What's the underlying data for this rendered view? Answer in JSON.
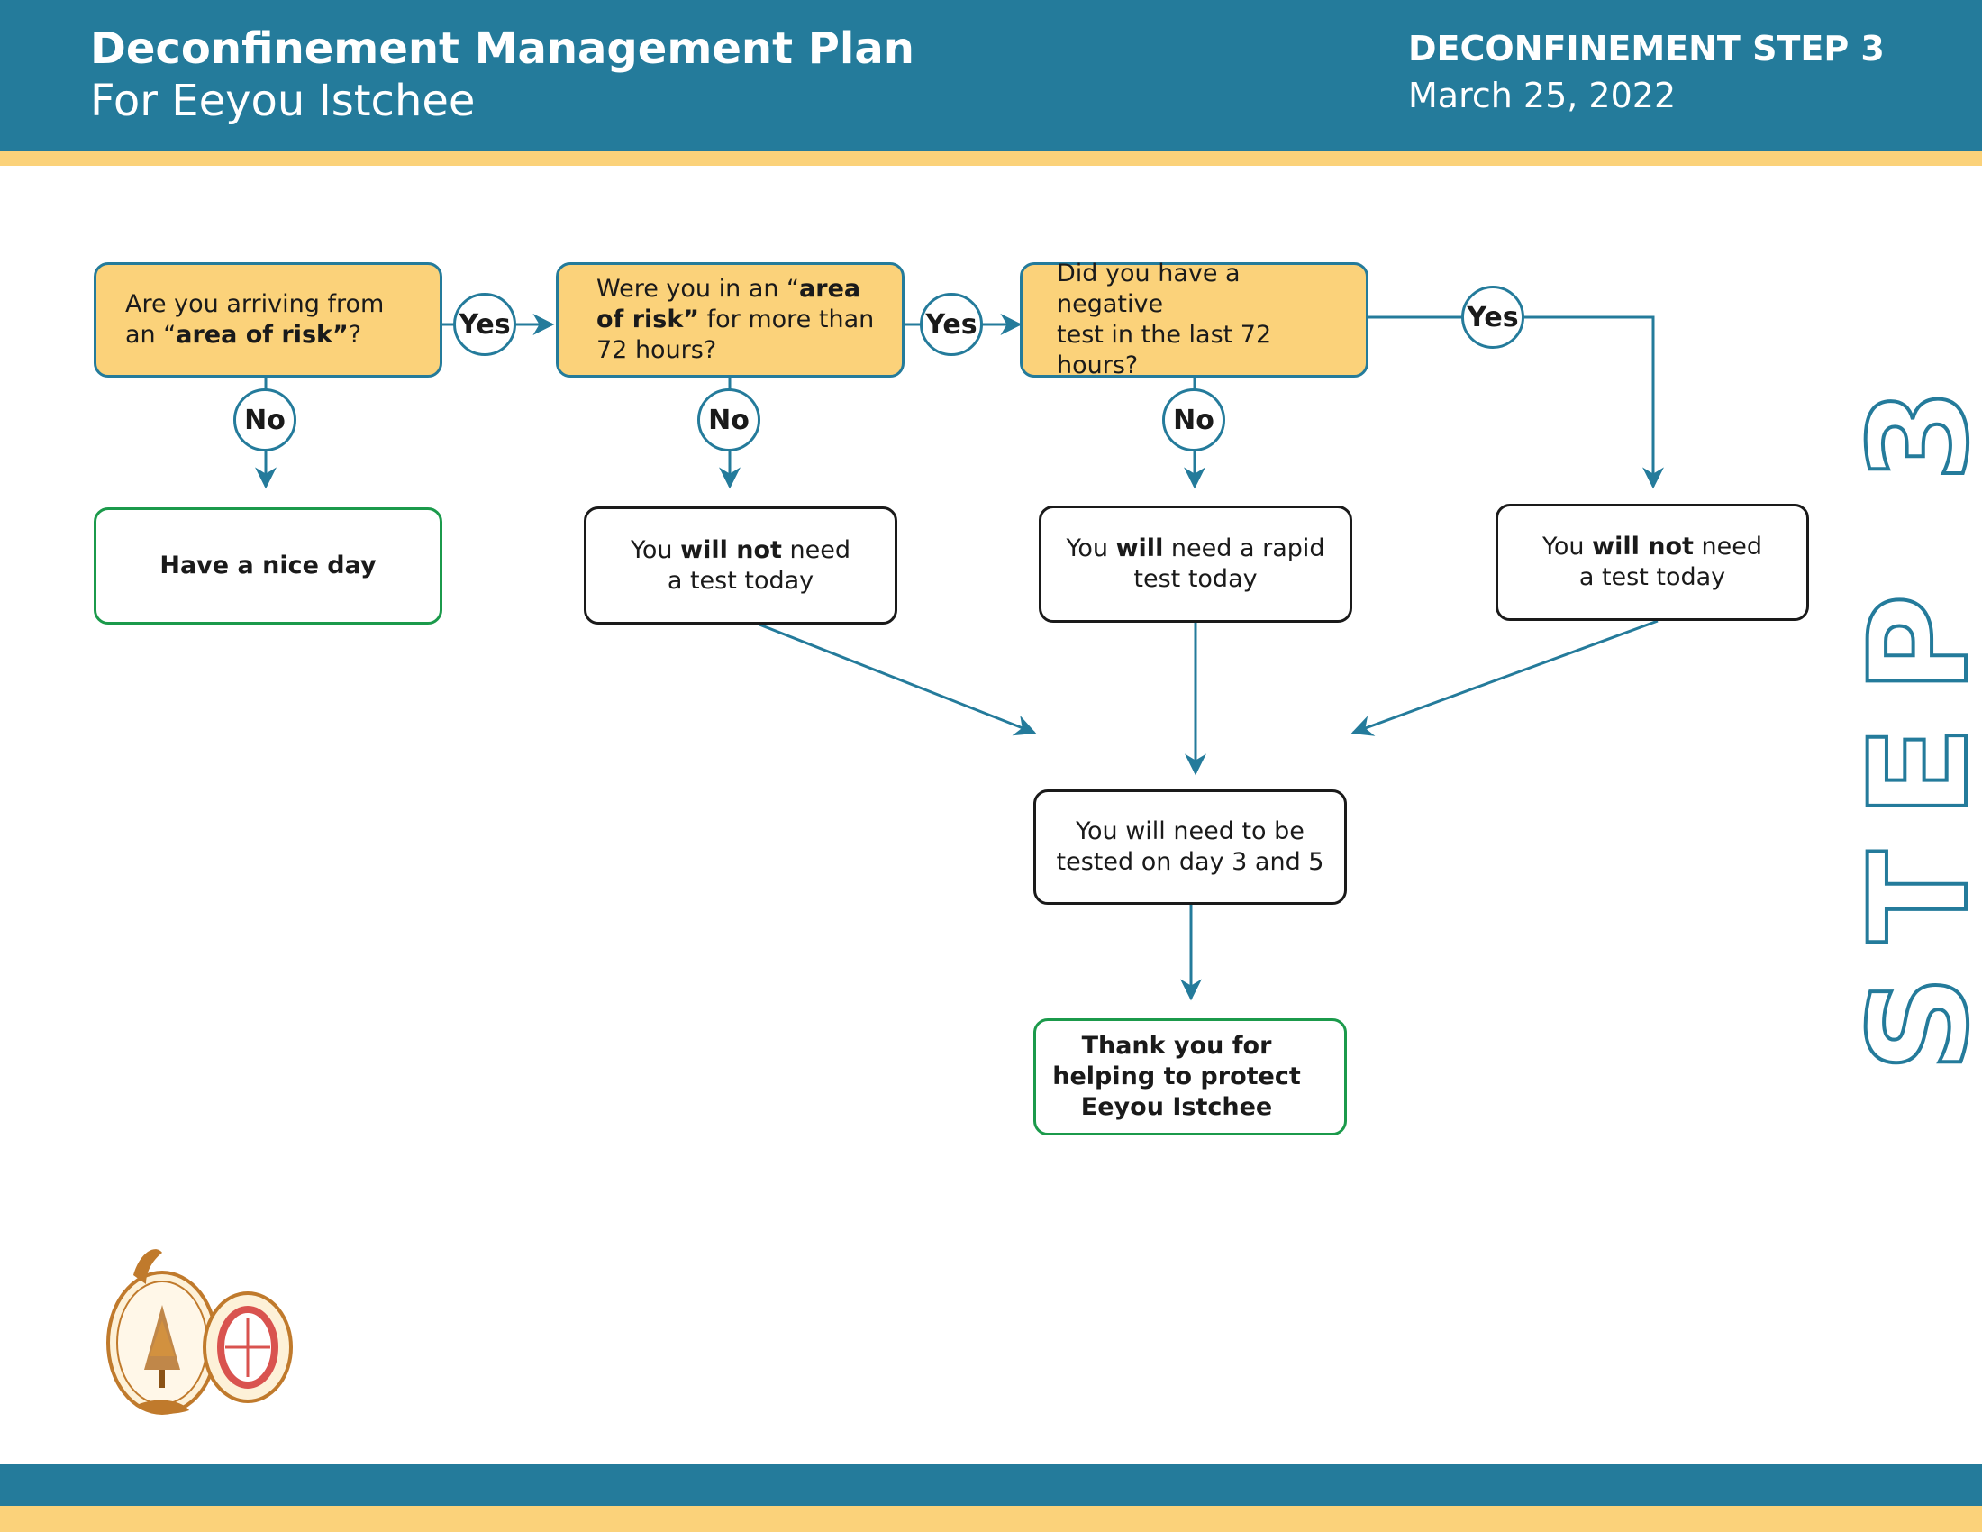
{
  "header": {
    "title": "Deconfinement Management Plan",
    "subtitle": "For Eeyou Istchee",
    "step_label": "DECONFINEMENT STEP 3",
    "date": "March 25, 2022"
  },
  "questions": {
    "q1": [
      "Are you arriving from",
      "an “",
      "area of risk”",
      "?"
    ],
    "q2": [
      "Were you in an “",
      "area",
      "of risk”",
      "for more than",
      "72 hours?"
    ],
    "q3": [
      "Did you have a negative",
      "test in the last 72 hours?"
    ]
  },
  "badges": {
    "yes": "Yes",
    "no": "No"
  },
  "outcomes": {
    "nice_day": "Have a nice day",
    "no_test_1": [
      "You",
      "will not",
      "need",
      "a test today"
    ],
    "rapid_test": [
      "You",
      "will",
      "need a rapid",
      "test today"
    ],
    "no_test_2": [
      "You",
      "will not",
      "need",
      "a test today"
    ],
    "day_3_5": [
      "You will need to be",
      "tested on day 3 and 5"
    ],
    "thank_you": [
      "Thank you for",
      "helping to protect",
      "Eeyou Istchee"
    ]
  },
  "side_label": "STEP 3",
  "colors": {
    "blue": "#247b9b",
    "yellow": "#fbd27a",
    "green": "#1b9a4b",
    "ink": "#1a1a1a"
  },
  "logo_icon": "cree-nation-emblem-icon"
}
